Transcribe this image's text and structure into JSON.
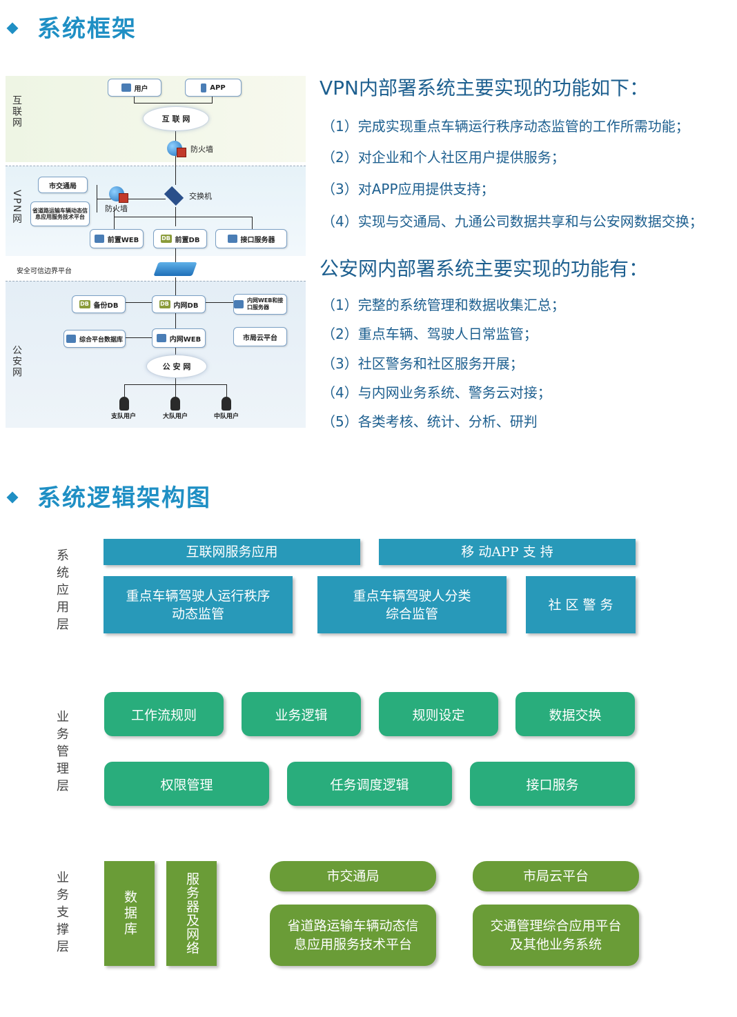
{
  "section1": {
    "title": "系统框架"
  },
  "section2": {
    "title": "系统逻辑架构图"
  },
  "network": {
    "zone_internet": "互联网",
    "zone_vpn": "VPN网",
    "zone_police": "公安网",
    "boundary_label": "安全可信边界平台",
    "user": "用户",
    "app": "APP",
    "internet_cloud": "互 联 网",
    "firewall1": "防火墙",
    "city_transport": "市交通局",
    "provincial_platform": "省道路运输车辆动态信息应用服务技术平台",
    "firewall2": "防火墙",
    "switch": "交换机",
    "front_web": "前置WEB",
    "front_db": "前置DB",
    "interface_server": "接口服务器",
    "backup_db": "备份DB",
    "intranet_db": "内网DB",
    "intranet_web_interface": "内网WEB和接口服务器",
    "integrated_db": "综合平台数据库",
    "intranet_web": "内网WEB",
    "city_cloud": "市局云平台",
    "police_cloud": "公 安 网",
    "user_zhidui": "支队用户",
    "user_dadui": "大队用户",
    "user_zhongdui": "中队用户"
  },
  "vpn_functions": {
    "title": "VPN内部署系统主要实现的功能如下：",
    "items": [
      "（1）完成实现重点车辆运行秩序动态监管的工作所需功能；",
      "（2）对企业和个人社区用户提供服务；",
      "（3）对APP应用提供支持；",
      "（4）实现与交通局、九通公司数据共享和与公安网数据交换；"
    ]
  },
  "police_functions": {
    "title": "公安网内部署系统主要实现的功能有：",
    "items": [
      "（1）完整的系统管理和数据收集汇总；",
      "（2）重点车辆、驾驶人日常监管；",
      "（3）社区警务和社区服务开展；",
      "（4）与内网业务系统、警务云对接；",
      "（5）各类考核、统计、分析、研判"
    ]
  },
  "logic": {
    "app_layer": {
      "label": "系统应用层",
      "internet_service": "互联网服务应用",
      "mobile_app": "移 动APP 支 持",
      "key_vehicle_line1": "重点车辆驾驶人运行秩序",
      "key_vehicle_line2": "动态监管",
      "classify_line1": "重点车辆驾驶人分类",
      "classify_line2": "综合监管",
      "community": "社 区 警 务"
    },
    "biz_layer": {
      "label": "业务管理层",
      "workflow": "工作流规则",
      "biz_logic": "业务逻辑",
      "rule_setting": "规则设定",
      "data_exchange": "数据交换",
      "permission": "权限管理",
      "scheduling": "任务调度逻辑",
      "interface_service": "接口服务"
    },
    "support_layer": {
      "label": "业务支撑层",
      "database": "数据库",
      "server_network": "服务器及网络",
      "city_transport": "市交通局",
      "city_cloud": "市局云平台",
      "provincial_line1": "省道路运输车辆动态信",
      "provincial_line2": "息应用服务技术平台",
      "traffic_mgmt_line1": "交通管理综合应用平台",
      "traffic_mgmt_line2": "及其他业务系统"
    }
  },
  "colors": {
    "title_blue": "#1f8fc4",
    "text_blue": "#1d5f8f",
    "app_layer_blue": "#2899b9",
    "biz_layer_green": "#29ad7c",
    "support_layer_green": "#6a9c37"
  }
}
